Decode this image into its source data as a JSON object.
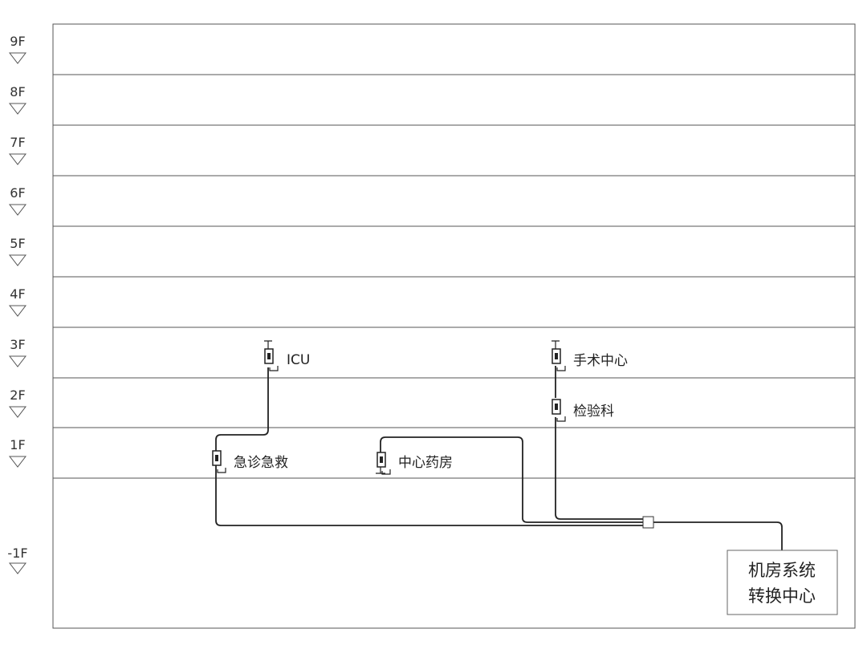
{
  "floors": [
    {
      "label": "9F"
    },
    {
      "label": "8F"
    },
    {
      "label": "7F"
    },
    {
      "label": "6F"
    },
    {
      "label": "5F"
    },
    {
      "label": "4F"
    },
    {
      "label": "3F"
    },
    {
      "label": "2F"
    },
    {
      "label": "1F"
    },
    {
      "label": "-1F"
    }
  ],
  "stations": [
    {
      "label": "ICU",
      "floor": "3F"
    },
    {
      "label": "手术中心",
      "floor": "3F"
    },
    {
      "label": "检验科",
      "floor": "2F"
    },
    {
      "label": "急诊急救",
      "floor": "1F"
    },
    {
      "label": "中心药房",
      "floor": "1F"
    }
  ],
  "control_center": {
    "line1": "机房系统",
    "line2": "转换中心",
    "floor": "-1F"
  }
}
